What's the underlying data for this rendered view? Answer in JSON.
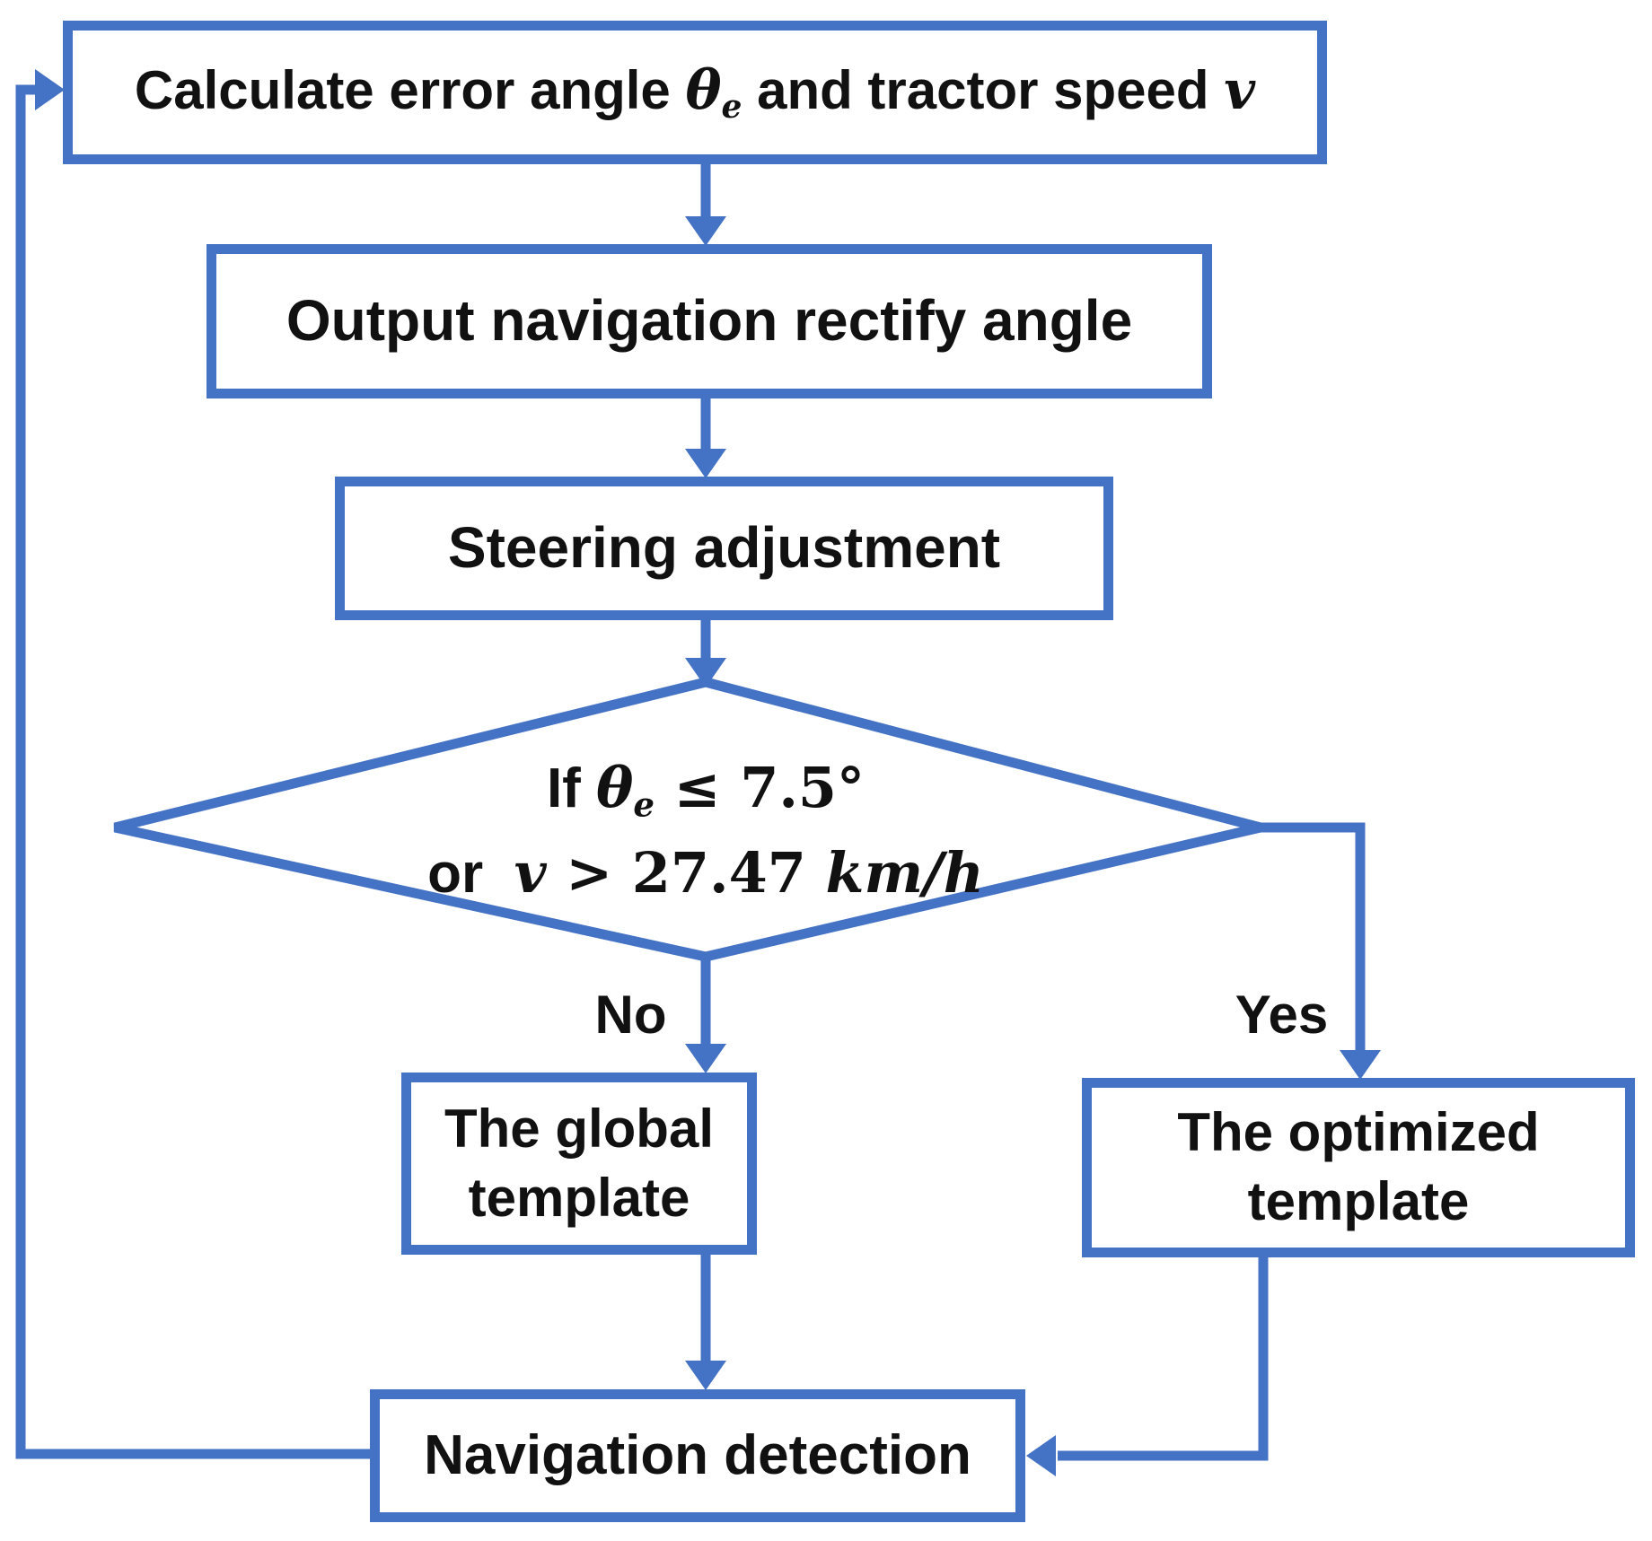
{
  "diagram": {
    "title": "Navigation template selection flowchart",
    "accent_color": "#4472C4",
    "text_color": "#111111",
    "nodes": {
      "calculate": {
        "segments": [
          {
            "t": "Calculate error angle ",
            "s": "plain"
          },
          {
            "t": "θ",
            "s": "mi"
          },
          {
            "t": "e",
            "s": "msub"
          },
          {
            "t": " and tractor speed ",
            "s": "plain"
          },
          {
            "t": "v",
            "s": "mi"
          }
        ]
      },
      "output": {
        "label": "Output navigation rectify angle"
      },
      "steering": {
        "label": "Steering adjustment"
      },
      "decision": {
        "line1": [
          {
            "t": "If ",
            "s": "plain"
          },
          {
            "t": "θ",
            "s": "mi"
          },
          {
            "t": "e",
            "s": "msub"
          },
          {
            "t": " ≤ 7.5°",
            "s": "mn"
          }
        ],
        "line2": [
          {
            "t": "or  ",
            "s": "plain"
          },
          {
            "t": "v",
            "s": "mi"
          },
          {
            "t": " > 27.47 ",
            "s": "mn"
          },
          {
            "t": "km/h",
            "s": "mi"
          }
        ]
      },
      "global_template": {
        "line1": "The global",
        "line2": "template"
      },
      "optimized_template": {
        "line1": "The optimized",
        "line2": "template"
      },
      "navigation": {
        "label": "Navigation detection"
      }
    },
    "branch_labels": {
      "no": "No",
      "yes": "Yes"
    }
  }
}
